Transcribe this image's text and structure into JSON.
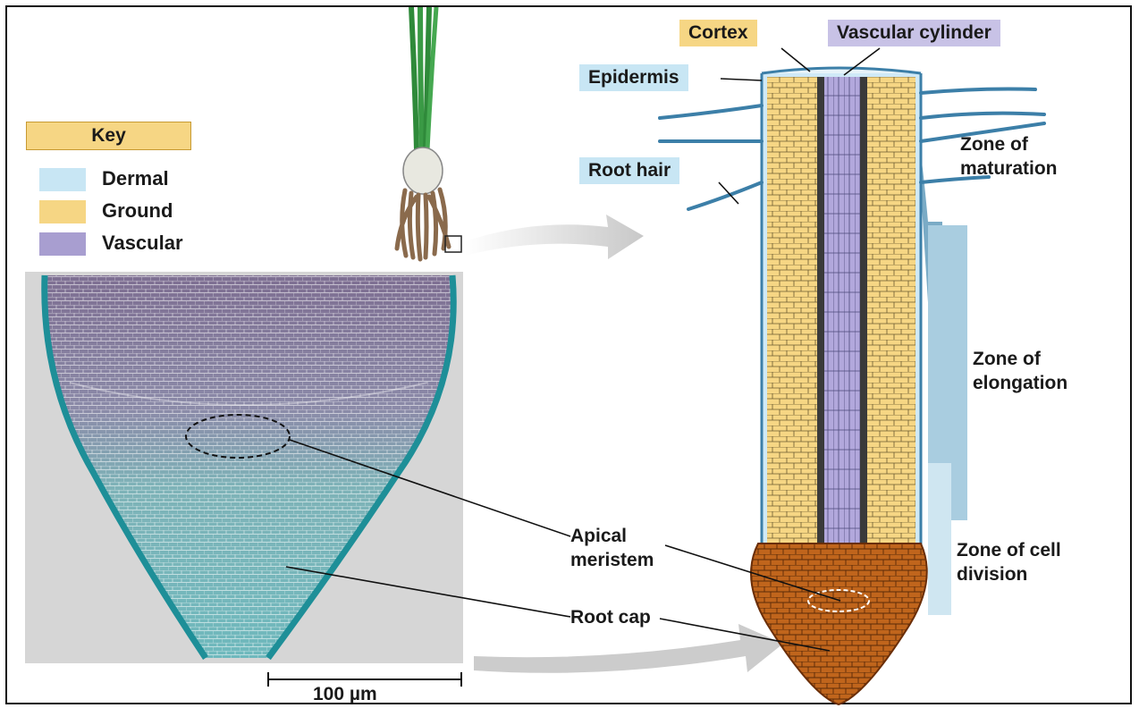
{
  "key": {
    "title": "Key",
    "items": [
      {
        "label": "Dermal",
        "color": "#c8e6f4"
      },
      {
        "label": "Ground",
        "color": "#f6d684"
      },
      {
        "label": "Vascular",
        "color": "#a89ed0"
      }
    ]
  },
  "labels": {
    "cortex": "Cortex",
    "vascular_cylinder": "Vascular cylinder",
    "epidermis": "Epidermis",
    "root_hair": "Root hair",
    "zone_maturation": "Zone of\nmaturation",
    "zone_elongation": "Zone of\nelongation",
    "zone_cell_division": "Zone of cell\ndivision",
    "apical_meristem": "Apical\nmeristem",
    "root_cap": "Root cap",
    "scale_bar": "100 µm"
  },
  "colors": {
    "dermal": "#c8e6f4",
    "ground": "#f6d684",
    "vascular": "#a89ed0",
    "key_title_bg": "#f6d684",
    "root_cap": "#c0651c",
    "zone_bar": "#a9cde0"
  }
}
